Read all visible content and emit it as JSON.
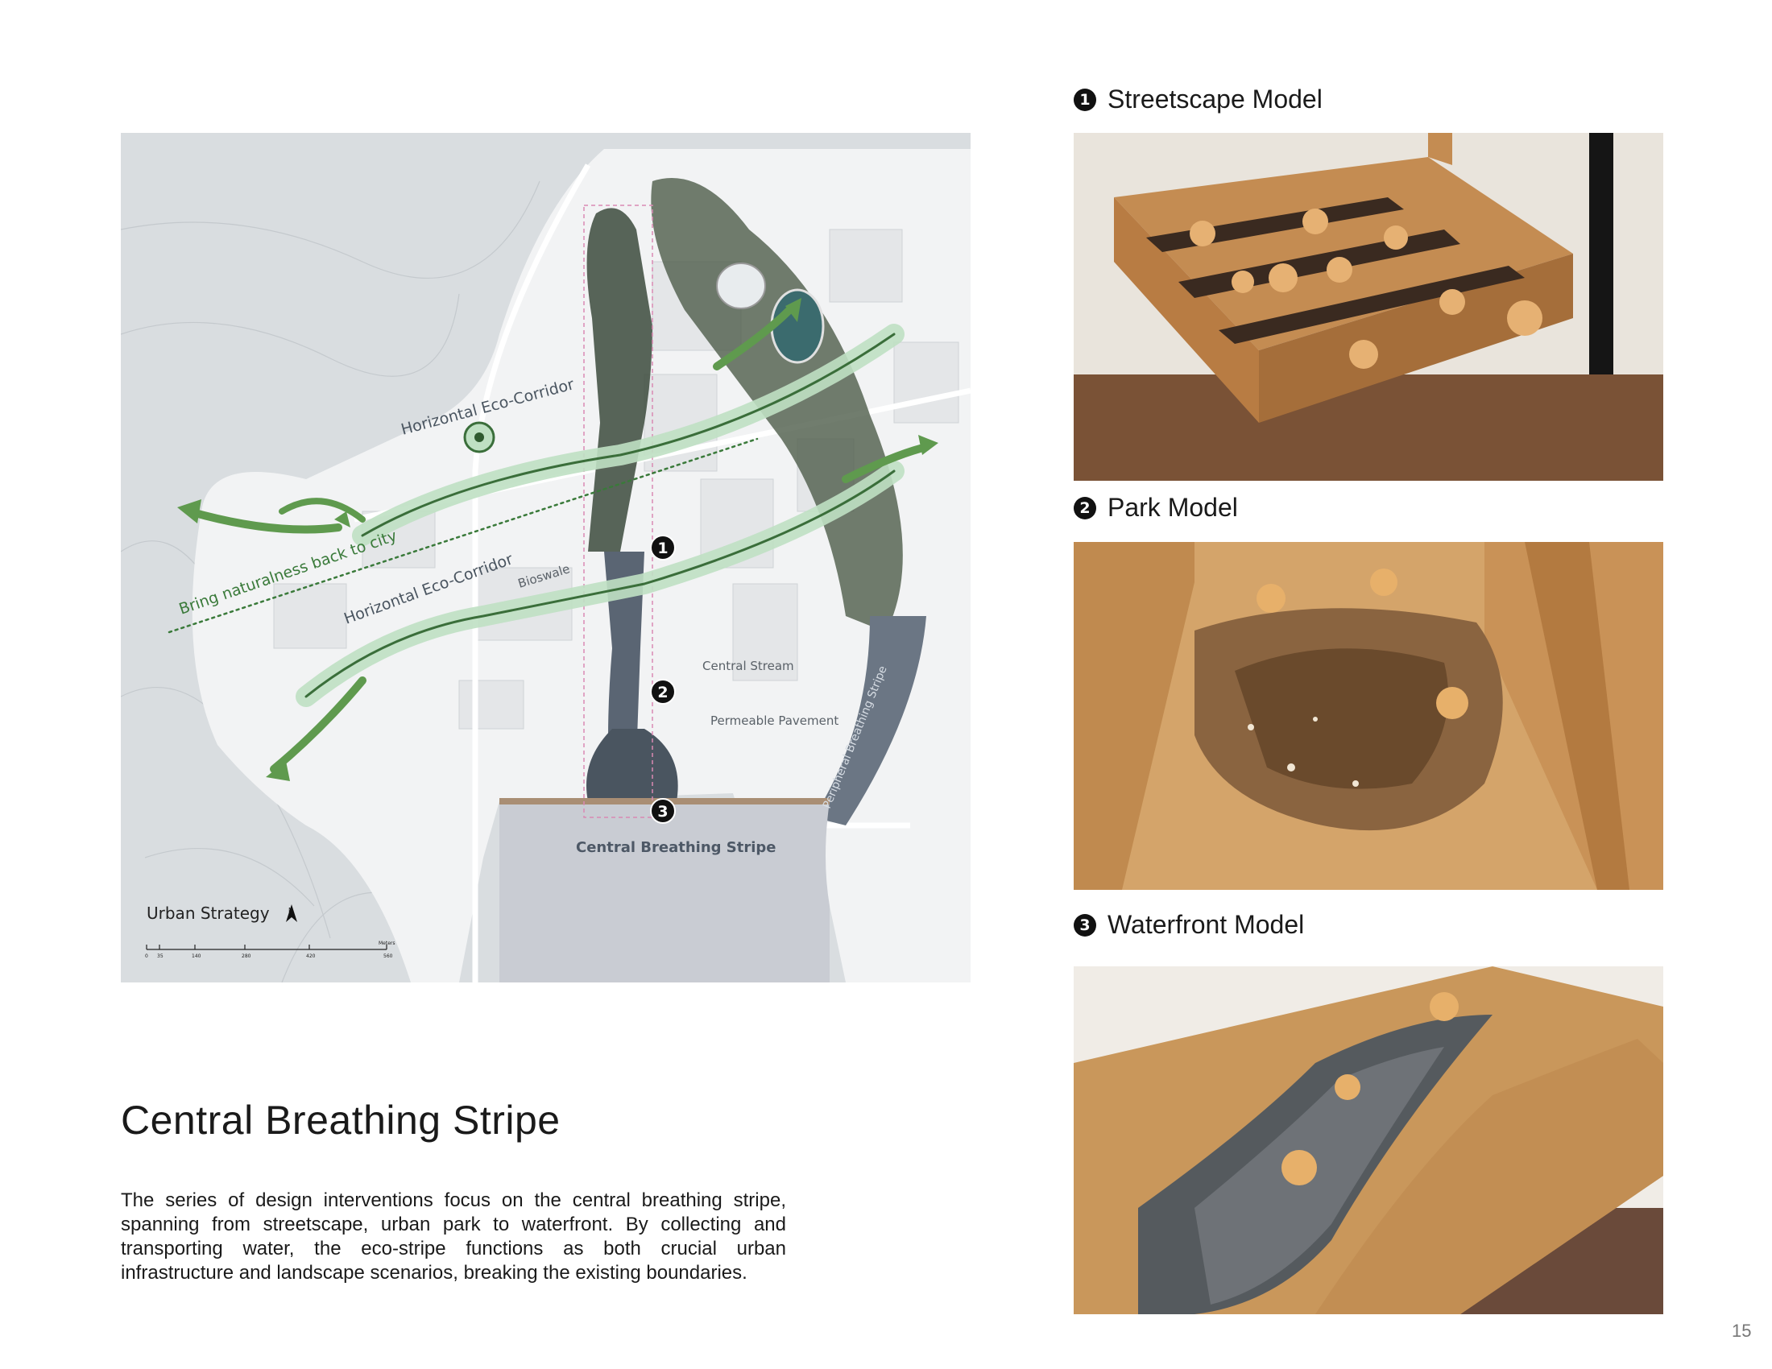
{
  "map": {
    "labels": {
      "horizontal_corridor_top": "Horizontal Eco-Corridor",
      "horizontal_corridor_bottom": "Horizontal Eco-Corridor",
      "bring_naturalness": "Bring naturalness back to city",
      "bioswale": "Bioswale",
      "central_stream": "Central Stream",
      "permeable_pavement": "Permeable Pavement",
      "peripheral_stripe": "Peripheral Breathing Stripe",
      "central_stripe": "Central Breathing Stripe",
      "urban_strategy": "Urban Strategy",
      "north": "N",
      "scale_unit": "Meters",
      "scale_ticks": [
        "0",
        "35",
        "140",
        "280",
        "420",
        "560"
      ]
    },
    "markers": [
      "1",
      "2",
      "3"
    ]
  },
  "models": [
    {
      "number": "1",
      "title": "Streetscape Model"
    },
    {
      "number": "2",
      "title": "Park Model"
    },
    {
      "number": "3",
      "title": "Waterfront Model"
    }
  ],
  "title": "Central Breathing Stripe",
  "body": "The series of design interventions focus on the central breathing stripe, spanning from streetscape, urban park to waterfront. By collecting and transporting water, the eco-stripe functions as both crucial urban infrastructure and landscape scenarios, breaking the existing boundaries.",
  "page_number": "15",
  "colors": {
    "corridor_green": "#5f9a4e",
    "water": "#c9ccd3",
    "cardboard": "#c8955a"
  }
}
